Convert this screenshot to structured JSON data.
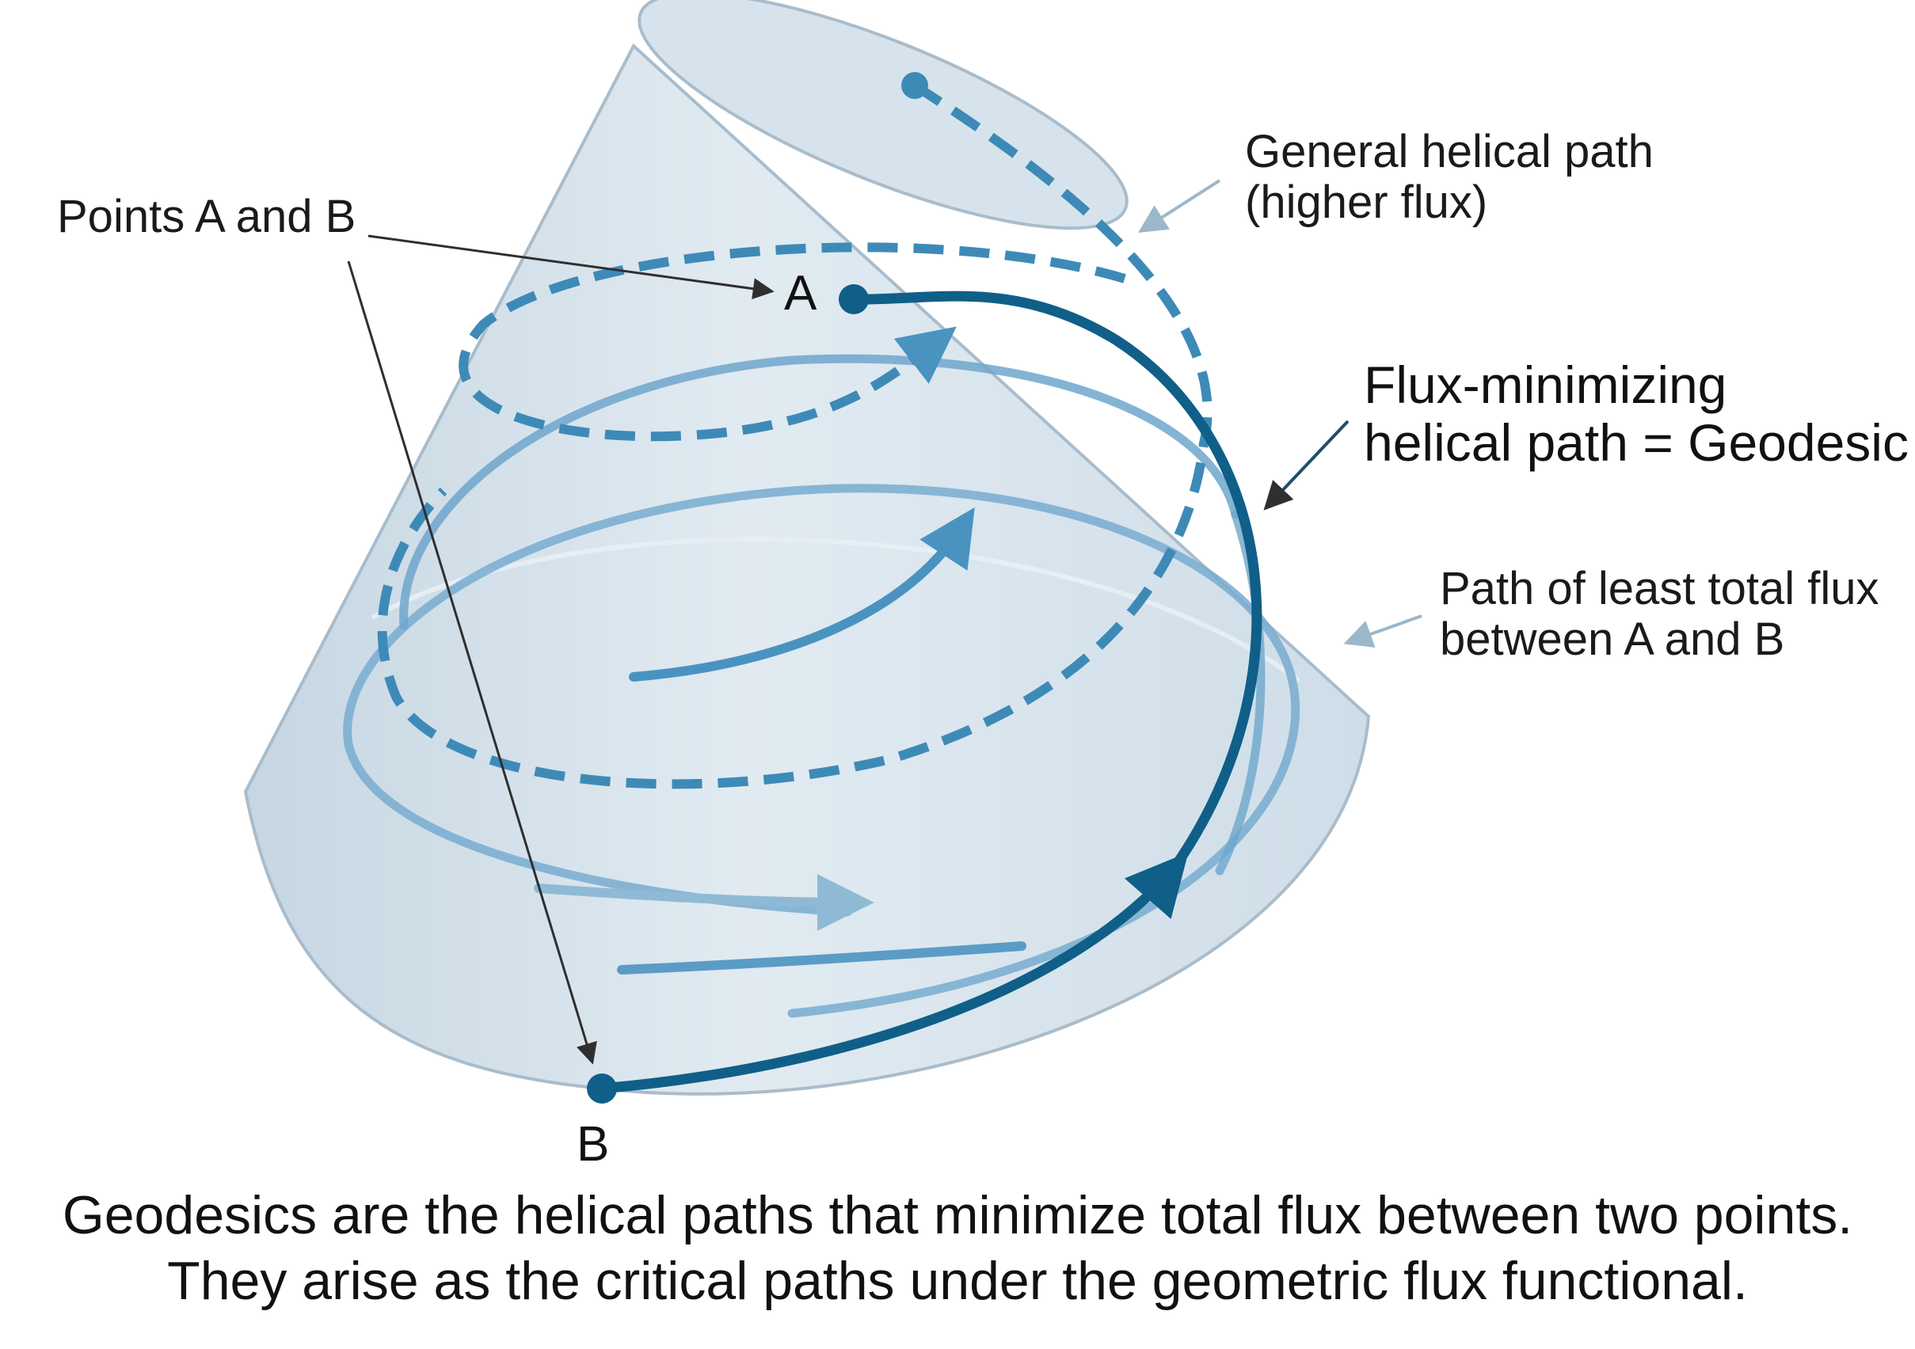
{
  "labels": {
    "points_ab": "Points A and B",
    "general_line1": "General helical path",
    "general_line2": "(higher flux)",
    "geodesic_line1": "Flux-minimizing",
    "geodesic_line2": "helical path = Geodesic",
    "least_line1": "Path of least total flux",
    "least_line2": "between A and B",
    "point_a": "A",
    "point_b": "B"
  },
  "caption": {
    "line1": "Geodesics are the helical paths that minimize total flux between two points.",
    "line2": "They arise as the critical paths under the geometric flux functional."
  },
  "colors": {
    "cone_fill": "#cfdde8",
    "cone_edge": "#a9bccb",
    "geodesic": "#0f5f88",
    "dashed_path": "#3e8ab7",
    "light_path": "#6ea6cc",
    "leader": "#3a3a3a",
    "light_leader": "#9cb7ca"
  }
}
